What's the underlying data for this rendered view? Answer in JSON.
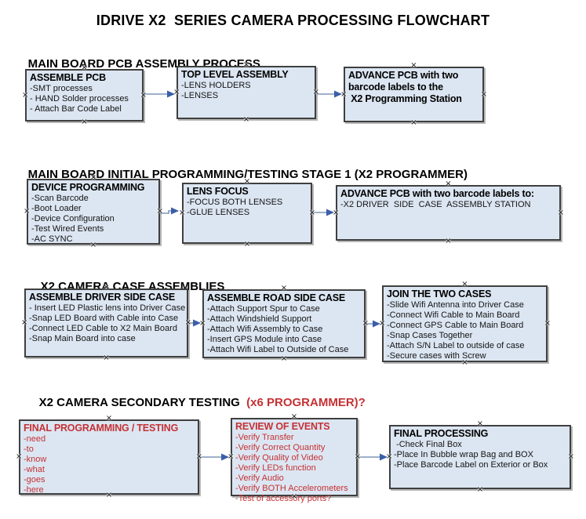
{
  "title": "IDRIVE X2  SERIES CAMERA PROCESSING FLOWCHART",
  "colors": {
    "accent_red": "#c53134",
    "box_fill": "#dce6f2",
    "box_border": "#3f3f3f",
    "arrow_line": "#7e96b8",
    "arrow_head": "#3a5fa8",
    "text": "#000000"
  },
  "icons": {
    "connection_handle": "×",
    "arrowhead": "▶"
  },
  "sections": [
    {
      "header": {
        "text": "MAIN BOARD PCB ASSEMBLY PROCESS"
      },
      "boxes": [
        {
          "title": "ASSEMBLE PCB",
          "items": [
            "-SMT processes",
            "- HAND Solder processes",
            "- Attach Bar Code Label"
          ]
        },
        {
          "title": "TOP LEVEL ASSEMBLY",
          "items": [
            "-LENS HOLDERS",
            "-LENSES"
          ]
        },
        {
          "title": "ADVANCE PCB with two\nbarcode labels to the\n X2 Programming Station",
          "items": []
        }
      ]
    },
    {
      "header": {
        "text": "MAIN BOARD INITIAL PROGRAMMING/TESTING STAGE 1 (X2 PROGRAMMER)"
      },
      "boxes": [
        {
          "title": "DEVICE PROGRAMMING",
          "items": [
            "-Scan Barcode",
            "-Boot Loader",
            "-Device Configuration",
            "-Test Wired Events",
            "-AC SYNC"
          ]
        },
        {
          "title": "LENS FOCUS",
          "items": [
            "-FOCUS BOTH LENSES",
            "-GLUE LENSES"
          ]
        },
        {
          "title": "ADVANCE PCB with two barcode labels to:",
          "items": [
            "-X2 DRIVER  SIDE  CASE  ASSEMBLY STATION"
          ]
        }
      ]
    },
    {
      "header": {
        "text": "X2 CAMERA CASE ASSEMBLIES"
      },
      "boxes": [
        {
          "title": "ASSEMBLE DRIVER SIDE CASE",
          "items": [
            "- Insert LED Plastic lens into Driver Case",
            "-Snap LED Board with Cable into Case",
            "-Connect LED Cable to X2 Main Board",
            "-Snap Main Board into case"
          ]
        },
        {
          "title": "ASSEMBLE ROAD SIDE CASE",
          "items": [
            "-Attach Support Spur to Case",
            "-Attach Windshield Support",
            "-Attach Wifi Assembly to Case",
            "-Insert GPS Module into Case",
            "-Attach Wifi Label to Outside of Case"
          ]
        },
        {
          "title": "JOIN THE TWO CASES",
          "items": [
            "-Slide Wifi Antenna into Driver Case",
            "-Connect Wifi Cable to Main Board",
            "-Connect GPS Cable to Main Board",
            "-Snap Cases Together",
            "-Attach S/N Label to outside of case",
            "-Secure cases with Screw"
          ]
        }
      ]
    },
    {
      "header": {
        "text": "X2 CAMERA SECONDARY TESTING ",
        "suffix_red": " (x6 PROGRAMMER)?"
      },
      "boxes": [
        {
          "title": "FINAL PROGRAMMING / TESTING",
          "emphasis": "red",
          "items": [
            "-need",
            "-to",
            "-know",
            "-what",
            "-goes",
            "-here"
          ]
        },
        {
          "title": "REVIEW OF EVENTS",
          "emphasis": "red",
          "items": [
            "-Verify Transfer",
            "-Verify Correct Quantity",
            "-Verify Quality of Video",
            "-Verify LEDs function",
            "-Verify Audio",
            "-Verify BOTH Accelerometers",
            "-Test of accessory ports?"
          ]
        },
        {
          "title": "FINAL PROCESSING",
          "items": [
            " -Check Final Box",
            "-Place In Bubble wrap Bag and BOX",
            "-Place Barcode Label on Exterior or Box"
          ]
        }
      ]
    }
  ]
}
